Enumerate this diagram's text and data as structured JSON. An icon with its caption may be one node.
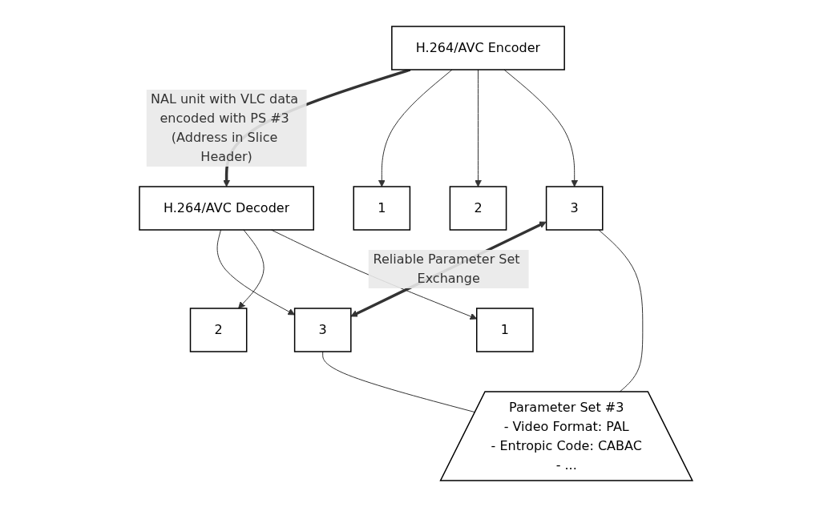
{
  "diagram": {
    "nodes": [
      {
        "text": [
          "H.264/AVC Encoder"
        ]
      },
      {
        "text": [
          "H.264/AVC Decoder"
        ]
      },
      {
        "text": [
          "1"
        ]
      },
      {
        "text": [
          "2"
        ]
      },
      {
        "text": [
          "3"
        ]
      },
      {
        "text": [
          "3"
        ]
      },
      {
        "text": [
          "2"
        ]
      },
      {
        "text": [
          "1"
        ]
      },
      {
        "text": [
          "Parameter Set #3",
          "- Video Format: PAL",
          "- Entropic Code: CABAC",
          "- ..."
        ]
      }
    ],
    "edges": [
      {
        "from": 0,
        "to": 1,
        "arrow": "to",
        "label": "NAL unit with VLC data encoded with PS #3 (Address in Slice Header)",
        "style": "thick"
      },
      {
        "from": 0,
        "to": 2,
        "arrow": "to"
      },
      {
        "from": 0,
        "to": 3,
        "arrow": "to"
      },
      {
        "from": 0,
        "to": 4,
        "arrow": "to"
      },
      {
        "from": 1,
        "to": 5,
        "arrow": "to"
      },
      {
        "from": 1,
        "to": 6,
        "arrow": "to"
      },
      {
        "from": 1,
        "to": 7,
        "arrow": "to"
      },
      {
        "from": 4,
        "to": 5,
        "arrow": "both",
        "label": "Reliable Parameter Set Exchange",
        "style": "thick"
      },
      {
        "from": 4,
        "to": 8,
        "arrow": "none"
      },
      {
        "from": 5,
        "to": 8,
        "arrow": "none"
      }
    ]
  }
}
